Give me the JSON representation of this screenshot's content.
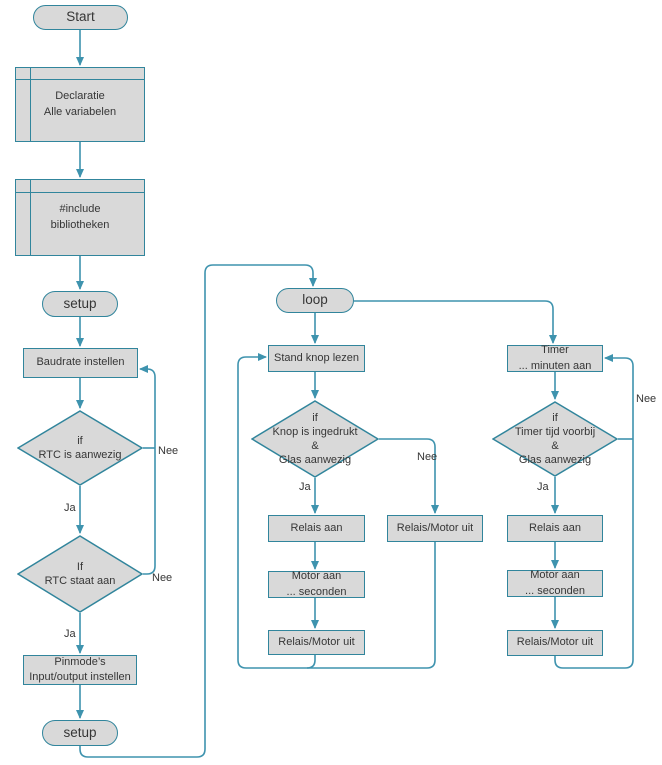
{
  "colors": {
    "shape_fill": "#d9d9d9",
    "shape_border": "#31859c",
    "connector": "#3e93ae",
    "text": "#363636"
  },
  "nodes": {
    "start": {
      "label": "Start"
    },
    "declaratie": {
      "line1": "Declaratie",
      "line2": "Alle variabelen"
    },
    "include": {
      "line1": "#include",
      "line2": "bibliotheken"
    },
    "setup_top": {
      "label": "setup"
    },
    "baudrate": {
      "label": "Baudrate instellen"
    },
    "rtc_aanwezig": {
      "line1": "if",
      "line2": "RTC is aanwezig"
    },
    "rtc_aan": {
      "line1": "If",
      "line2": "RTC staat aan"
    },
    "pinmode": {
      "line1": "Pinmode’s",
      "line2": "Input/output instellen"
    },
    "setup_bottom": {
      "label": "setup"
    },
    "loop": {
      "label": "loop"
    },
    "stand_knop": {
      "label": "Stand knop lezen"
    },
    "knop_check": {
      "line1": "if",
      "line2": "Knop is ingedrukt",
      "line3": "&",
      "line4": "Glas aanwezig"
    },
    "relais_aan_1": {
      "label": "Relais aan"
    },
    "motor_aan_1": {
      "line1": "Motor aan",
      "line2": "... seconden"
    },
    "relais_motor_uit_1": {
      "label": "Relais/Motor uit"
    },
    "relais_motor_uit_nee": {
      "label": "Relais/Motor uit"
    },
    "timer": {
      "line1": "Timer",
      "line2": "... minuten aan"
    },
    "timer_check": {
      "line1": "if",
      "line2": "Timer tijd voorbij",
      "line3": "&",
      "line4": "Glas aanwezig"
    },
    "relais_aan_2": {
      "label": "Relais aan"
    },
    "motor_aan_2": {
      "line1": "Motor aan",
      "line2": "... seconden"
    },
    "relais_motor_uit_2": {
      "label": "Relais/Motor uit"
    }
  },
  "edge_labels": {
    "ja_rtc_aanwezig": "Ja",
    "nee_rtc_aanwezig": "Nee",
    "ja_rtc_aan": "Ja",
    "nee_rtc_aan": "Nee",
    "ja_knop": "Ja",
    "nee_knop": "Nee",
    "ja_timer": "Ja",
    "nee_timer": "Nee"
  }
}
